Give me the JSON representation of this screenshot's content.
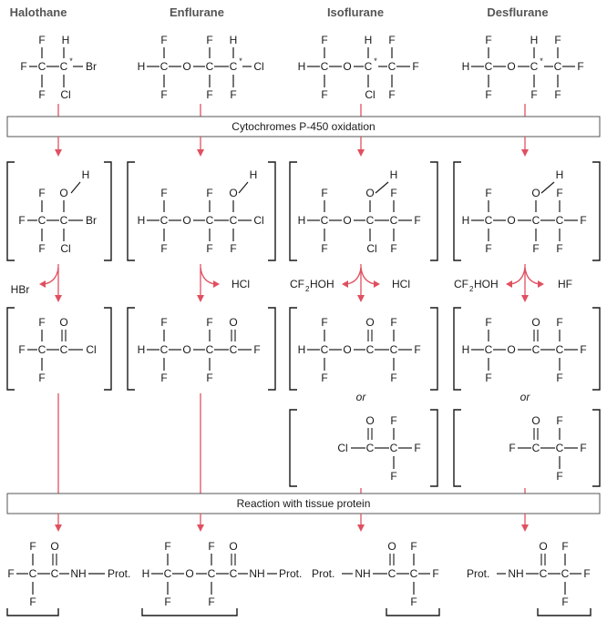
{
  "columns": [
    {
      "header": "Halothane"
    },
    {
      "header": "Enflurane"
    },
    {
      "header": "Isoflurane"
    },
    {
      "header": "Desflurane"
    }
  ],
  "banners": {
    "oxidation": "Cytochromes P-450 oxidation",
    "reaction": "Reaction with tissue protein"
  },
  "byproducts": {
    "halothane": "HBr",
    "enflurane": "HCl",
    "isoflurane_left_main": "CF",
    "isoflurane_left_sub": "2",
    "isoflurane_left_end": "HOH",
    "isoflurane_right": "HCl",
    "desflurane_left_main": "CF",
    "desflurane_left_sub": "2",
    "desflurane_left_end": "HOH",
    "desflurane_right": "HF"
  },
  "connectors": {
    "or": "or"
  },
  "atoms": {
    "F": "F",
    "H": "H",
    "C": "C",
    "O": "O",
    "Cl": "Cl",
    "Br": "Br",
    "NH": "NH",
    "star": "*",
    "prot_right": "Prot.",
    "prot_left": "Prot."
  },
  "colors": {
    "arrow": "#e05060",
    "header": "#555555",
    "banner_border": "#555555"
  }
}
